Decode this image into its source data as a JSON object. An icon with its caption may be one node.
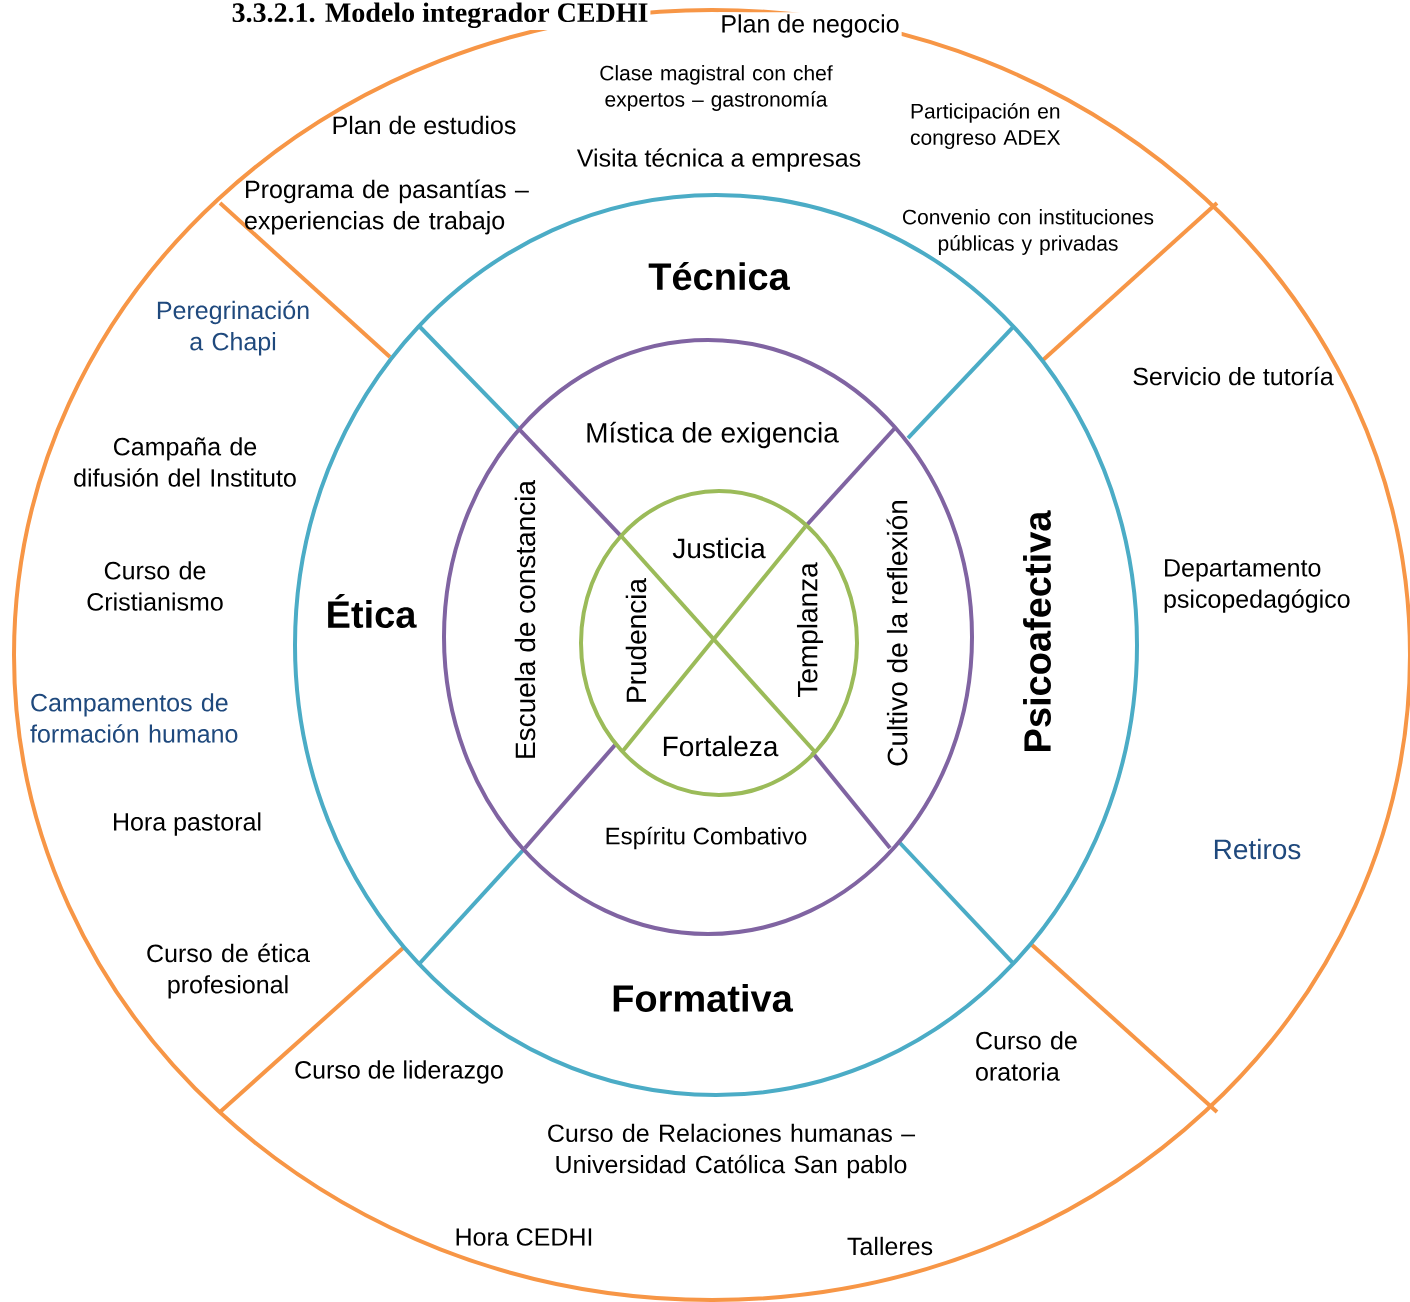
{
  "diagram": {
    "title": "3.3.2.1. Modelo integrador CEDHI",
    "nodes": [
      {
        "text": [],
        "shape": "circle"
      },
      {
        "text": [
          "Técnica",
          "Psicoafectiva",
          "Formativa",
          "Ética"
        ],
        "in": 0
      },
      {
        "text": [
          "Mística de exigencia",
          "Cultivo de la reflexión",
          "Espíritu Combativo",
          "Escuela de constancia"
        ],
        "in": 1
      },
      {
        "text": [
          "Justicia",
          "Templanza",
          "Fortaleza",
          "Prudencia"
        ],
        "in": 2
      }
    ],
    "labels": [
      "Plan de negocio",
      "Clase magistral con chef expertos – gastronomía",
      "Plan de estudios",
      "Participación en congreso ADEX",
      "Visita técnica a empresas",
      "Programa de pasantías – experiencias de trabajo",
      "Convenio con instituciones públicas y privadas",
      "Peregrinación a Chapi",
      "Servicio de tutoría",
      "Campaña de difusión del Instituto",
      "Curso de Cristianismo",
      "Departamento psicopedagógico",
      "Campamentos de formación humano",
      "Hora pastoral",
      "Retiros",
      "Curso de ética profesional",
      "Curso de oratoria",
      "Curso de liderazgo",
      "Curso de Relaciones humanas – Universidad Católica San pablo",
      "Hora CEDHI",
      "Talleres"
    ]
  }
}
